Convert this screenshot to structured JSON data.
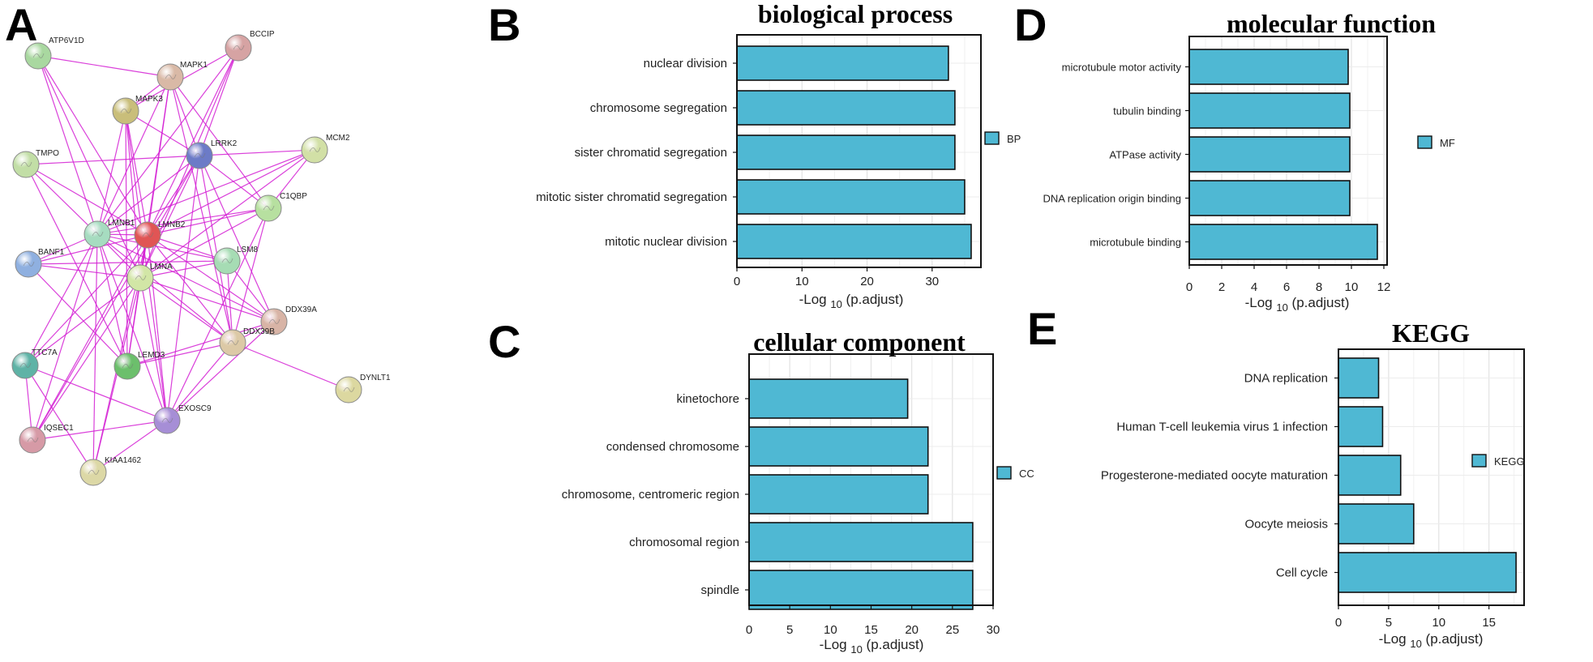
{
  "panel_letters": {
    "a": "A",
    "b": "B",
    "c": "C",
    "d": "D",
    "e": "E"
  },
  "colors": {
    "bar": "#4fb8d3",
    "edge": "#d41fd4",
    "grid": "#e6e6e6"
  },
  "network": {
    "nodes": [
      {
        "id": "ATP6V1D",
        "label": "ATP6V1D",
        "color": "#a9d8a0"
      },
      {
        "id": "BCCIP",
        "label": "BCCIP",
        "color": "#d6a3a3"
      },
      {
        "id": "MAPK1",
        "label": "MAPK1",
        "color": "#d9b9a6"
      },
      {
        "id": "MAPK3",
        "label": "MAPK3",
        "color": "#c9be7a"
      },
      {
        "id": "LRRK2",
        "label": "LRRK2",
        "color": "#6c7bc7"
      },
      {
        "id": "MCM2",
        "label": "MCM2",
        "color": "#d2e0a6"
      },
      {
        "id": "TMPO",
        "label": "TMPO",
        "color": "#c2dea6"
      },
      {
        "id": "C1QBP",
        "label": "C1QBP",
        "color": "#b7e0a0"
      },
      {
        "id": "LMNB1",
        "label": "LMNB1",
        "color": "#a6dcc0"
      },
      {
        "id": "LMNB2",
        "label": "LMNB2",
        "color": "#e05555"
      },
      {
        "id": "BANF1",
        "label": "BANF1",
        "color": "#8fb0e0"
      },
      {
        "id": "LSM8",
        "label": "LSM8",
        "color": "#a6dcb4"
      },
      {
        "id": "LMNA",
        "label": "LMNA",
        "color": "#d2e6a6"
      },
      {
        "id": "DDX39A",
        "label": "DDX39A",
        "color": "#d8b4a6"
      },
      {
        "id": "DDX39B",
        "label": "DDX39B",
        "color": "#dcc9a6"
      },
      {
        "id": "TTC7A",
        "label": "TTC7A",
        "color": "#5fb3a6"
      },
      {
        "id": "LEMD3",
        "label": "LEMD3",
        "color": "#6cbf6c"
      },
      {
        "id": "DYNLT1",
        "label": "DYNLT1",
        "color": "#dcd8a0"
      },
      {
        "id": "EXOSC9",
        "label": "EXOSC9",
        "color": "#a68ed6"
      },
      {
        "id": "IQSEC1",
        "label": "IQSEC1",
        "color": "#d69aa6"
      },
      {
        "id": "KIAA1462",
        "label": "KIAA1462",
        "color": "#dcd8a6"
      }
    ],
    "edges": [
      [
        "ATP6V1D",
        "MAPK1"
      ],
      [
        "ATP6V1D",
        "LMNB1"
      ],
      [
        "ATP6V1D",
        "LMNB2"
      ],
      [
        "ATP6V1D",
        "LMNA"
      ],
      [
        "BCCIP",
        "MAPK3"
      ],
      [
        "BCCIP",
        "LMNB1"
      ],
      [
        "BCCIP",
        "LMNB2"
      ],
      [
        "BCCIP",
        "LMNA"
      ],
      [
        "BCCIP",
        "LRRK2"
      ],
      [
        "MAPK1",
        "MAPK3"
      ],
      [
        "MAPK1",
        "LRRK2"
      ],
      [
        "MAPK1",
        "LMNB1"
      ],
      [
        "MAPK1",
        "LMNB2"
      ],
      [
        "MAPK1",
        "LMNA"
      ],
      [
        "MAPK1",
        "DDX39B"
      ],
      [
        "MAPK1",
        "C1QBP"
      ],
      [
        "MAPK3",
        "LRRK2"
      ],
      [
        "MAPK3",
        "LMNB1"
      ],
      [
        "MAPK3",
        "LMNB2"
      ],
      [
        "MAPK3",
        "LMNA"
      ],
      [
        "MAPK3",
        "EXOSC9"
      ],
      [
        "MAPK3",
        "LEMD3"
      ],
      [
        "LRRK2",
        "MCM2"
      ],
      [
        "LRRK2",
        "LMNB1"
      ],
      [
        "LRRK2",
        "LMNB2"
      ],
      [
        "LRRK2",
        "LMNA"
      ],
      [
        "LRRK2",
        "C1QBP"
      ],
      [
        "LRRK2",
        "DDX39A"
      ],
      [
        "LRRK2",
        "DDX39B"
      ],
      [
        "LRRK2",
        "EXOSC9"
      ],
      [
        "LRRK2",
        "TMPO"
      ],
      [
        "LRRK2",
        "IQSEC1"
      ],
      [
        "MCM2",
        "LMNB1"
      ],
      [
        "MCM2",
        "LMNB2"
      ],
      [
        "MCM2",
        "LMNA"
      ],
      [
        "MCM2",
        "C1QBP"
      ],
      [
        "TMPO",
        "LMNB1"
      ],
      [
        "TMPO",
        "LMNB2"
      ],
      [
        "TMPO",
        "LEMD3"
      ],
      [
        "C1QBP",
        "LMNB2"
      ],
      [
        "C1QBP",
        "LMNA"
      ],
      [
        "C1QBP",
        "DDX39B"
      ],
      [
        "C1QBP",
        "EXOSC9"
      ],
      [
        "C1QBP",
        "LMNB1"
      ],
      [
        "LMNB1",
        "LMNB2"
      ],
      [
        "LMNB1",
        "LMNA"
      ],
      [
        "LMNB1",
        "BANF1"
      ],
      [
        "LMNB1",
        "LSM8"
      ],
      [
        "LMNB1",
        "DDX39A"
      ],
      [
        "LMNB1",
        "DDX39B"
      ],
      [
        "LMNB1",
        "TTC7A"
      ],
      [
        "LMNB1",
        "LEMD3"
      ],
      [
        "LMNB1",
        "EXOSC9"
      ],
      [
        "LMNB1",
        "KIAA1462"
      ],
      [
        "LMNB1",
        "IQSEC1"
      ],
      [
        "LMNB2",
        "LMNA"
      ],
      [
        "LMNB2",
        "BANF1"
      ],
      [
        "LMNB2",
        "LSM8"
      ],
      [
        "LMNB2",
        "DDX39A"
      ],
      [
        "LMNB2",
        "DDX39B"
      ],
      [
        "LMNB2",
        "EXOSC9"
      ],
      [
        "LMNB2",
        "KIAA1462"
      ],
      [
        "LMNB2",
        "IQSEC1"
      ],
      [
        "LMNB2",
        "TTC7A"
      ],
      [
        "LMNB2",
        "LEMD3"
      ],
      [
        "LMNA",
        "BANF1"
      ],
      [
        "LMNA",
        "LSM8"
      ],
      [
        "LMNA",
        "DDX39A"
      ],
      [
        "LMNA",
        "DDX39B"
      ],
      [
        "LMNA",
        "TTC7A"
      ],
      [
        "LMNA",
        "LEMD3"
      ],
      [
        "LMNA",
        "EXOSC9"
      ],
      [
        "LMNA",
        "KIAA1462"
      ],
      [
        "LMNA",
        "IQSEC1"
      ],
      [
        "BANF1",
        "LEMD3"
      ],
      [
        "BANF1",
        "LSM8"
      ],
      [
        "LSM8",
        "DDX39A"
      ],
      [
        "LSM8",
        "DDX39B"
      ],
      [
        "DDX39A",
        "DDX39B"
      ],
      [
        "DDX39A",
        "EXOSC9"
      ],
      [
        "DDX39A",
        "LEMD3"
      ],
      [
        "DDX39B",
        "EXOSC9"
      ],
      [
        "DDX39B",
        "LEMD3"
      ],
      [
        "DDX39B",
        "DYNLT1"
      ],
      [
        "TTC7A",
        "IQSEC1"
      ],
      [
        "TTC7A",
        "KIAA1462"
      ],
      [
        "TTC7A",
        "EXOSC9"
      ],
      [
        "EXOSC9",
        "IQSEC1"
      ],
      [
        "EXOSC9",
        "KIAA1462"
      ]
    ]
  },
  "chart_data": [
    {
      "id": "bp",
      "type": "bar",
      "orientation": "horizontal",
      "title": "biological process",
      "xlabel_main": "-Log",
      "xlabel_sub": "10",
      "xlabel_tail": "(p.adjust)",
      "categories": [
        "nuclear division",
        "chromosome segregation",
        "sister chromatid segregation",
        "mitotic sister chromatid segregation",
        "mitotic nuclear division"
      ],
      "values": [
        32.5,
        33.5,
        33.5,
        35,
        36
      ],
      "xlim": [
        0,
        37.5
      ],
      "ticks": [
        0,
        10,
        20,
        30
      ],
      "legend": "BP",
      "grid": true,
      "legend_position": "right"
    },
    {
      "id": "cc",
      "type": "bar",
      "orientation": "horizontal",
      "title": "cellular component",
      "xlabel_main": "-Log",
      "xlabel_sub": "10",
      "xlabel_tail": "(p.adjust)",
      "categories": [
        "kinetochore",
        "condensed chromosome",
        "chromosome, centromeric region",
        "chromosomal region",
        "spindle"
      ],
      "values": [
        19.5,
        22,
        22,
        27.5,
        27.5
      ],
      "xlim": [
        0,
        30
      ],
      "ticks": [
        0,
        5,
        10,
        15,
        20,
        25,
        30
      ],
      "legend": "CC",
      "grid": true,
      "legend_position": "right"
    },
    {
      "id": "mf",
      "type": "bar",
      "orientation": "horizontal",
      "title": "molecular function",
      "xlabel_main": "-Log",
      "xlabel_sub": "10",
      "xlabel_tail": "(p.adjust)",
      "categories": [
        "microtubule motor activity",
        "tubulin binding",
        "ATPase activity",
        "DNA replication origin binding",
        "microtubule binding"
      ],
      "values": [
        9.8,
        9.9,
        9.9,
        9.9,
        11.6
      ],
      "xlim": [
        0,
        12.2
      ],
      "ticks": [
        0,
        2,
        4,
        6,
        8,
        10,
        12
      ],
      "legend": "MF",
      "grid": true,
      "legend_position": "right"
    },
    {
      "id": "kegg",
      "type": "bar",
      "orientation": "horizontal",
      "title": "KEGG",
      "xlabel_main": "-Log",
      "xlabel_sub": "10",
      "xlabel_tail": "(p.adjust)",
      "categories": [
        "DNA replication",
        "Human T-cell leukemia virus 1 infection",
        "Progesterone-mediated oocyte maturation",
        "Oocyte meiosis",
        "Cell cycle"
      ],
      "values": [
        4,
        4.4,
        6.2,
        7.5,
        17.7
      ],
      "xlim": [
        0,
        18.5
      ],
      "ticks": [
        0,
        5,
        10,
        15
      ],
      "legend": "KEGG",
      "grid": true,
      "legend_position": "right"
    }
  ]
}
